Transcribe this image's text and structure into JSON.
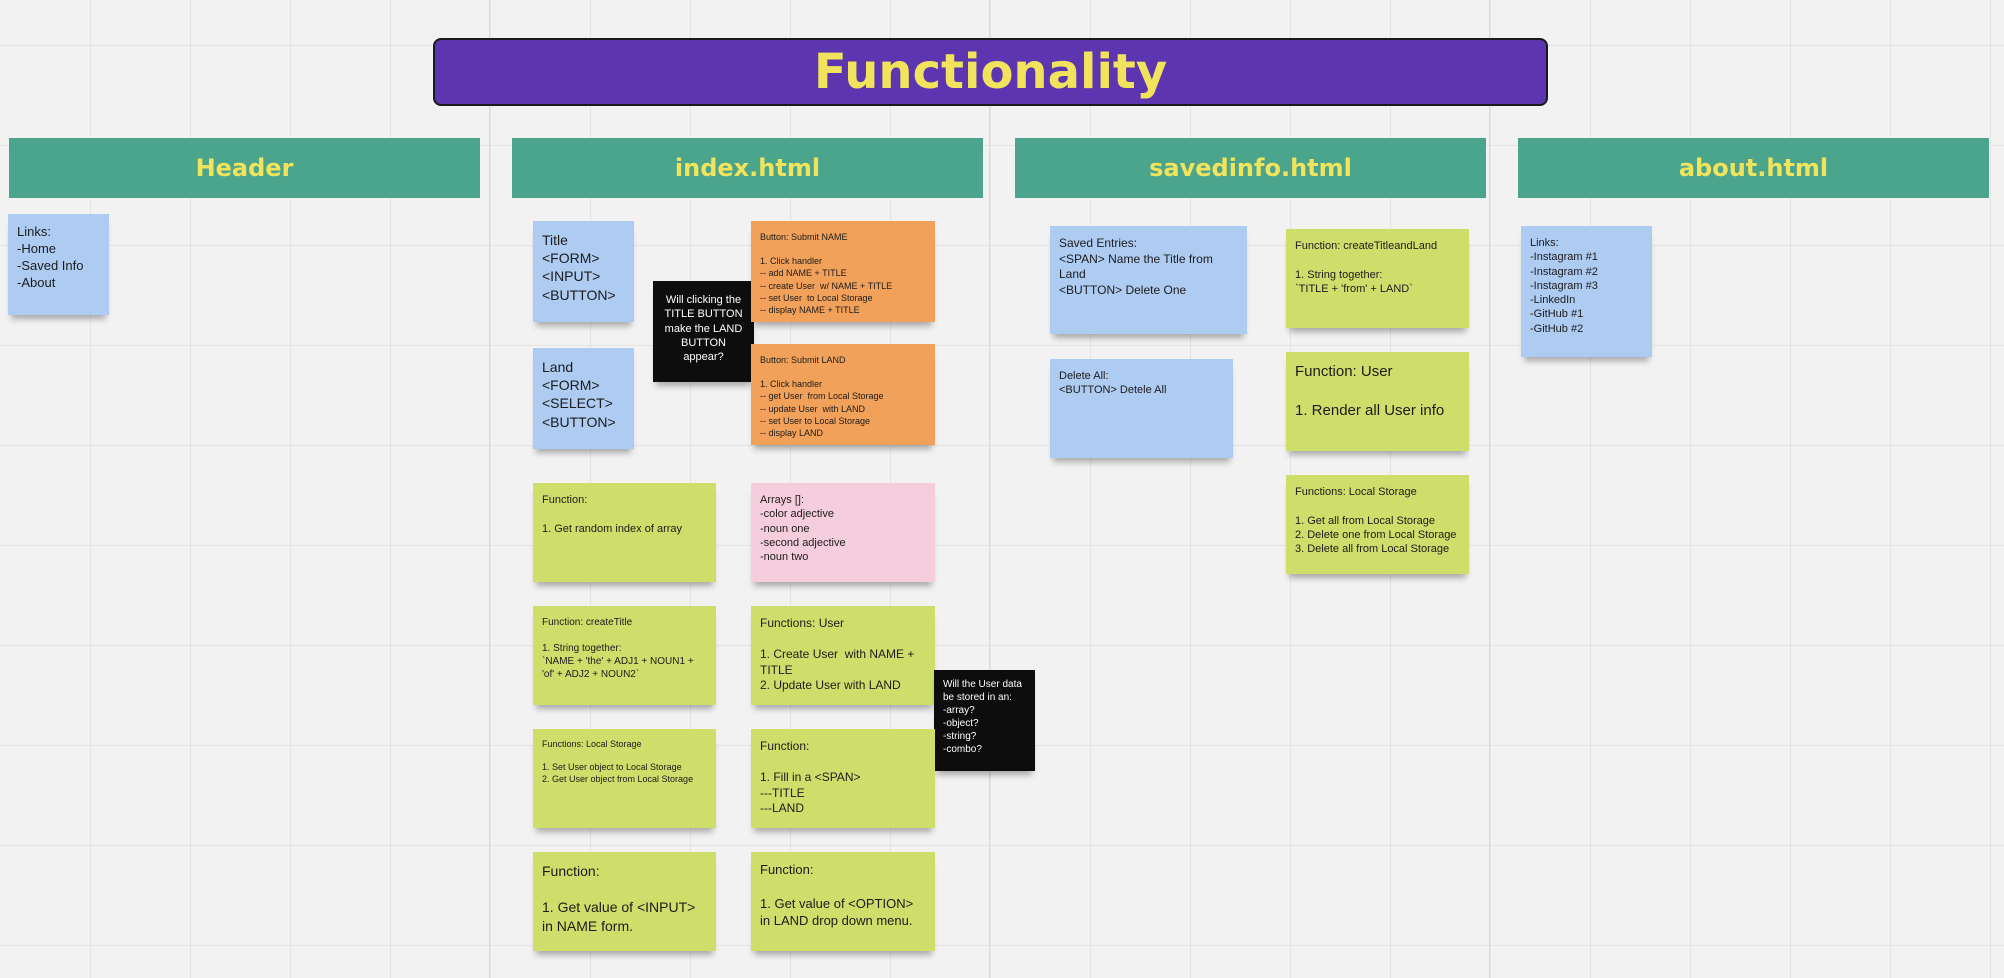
{
  "board_title": "Functionality",
  "columns": [
    {
      "title": "Header"
    },
    {
      "title": "index.html"
    },
    {
      "title": "savedinfo.html"
    },
    {
      "title": "about.html"
    }
  ],
  "notes": {
    "header_links": "Links:\n-Home\n-Saved Info\n-About",
    "index_title_form": "Title\n<FORM>\n<INPUT>\n<BUTTON>",
    "index_land_form": "Land\n<FORM>\n<SELECT>\n<BUTTON>",
    "index_question_title_button": "Will clicking the TITLE BUTTON make the LAND BUTTON appear?",
    "index_submit_name": "Button: Submit NAME\n\n1. Click handler\n-- add NAME + TITLE\n-- create User  w/ NAME + TITLE\n-- set User  to Local Storage\n-- display NAME + TITLE",
    "index_submit_land": "Button: Submit LAND\n\n1. Click handler\n-- get User  from Local Storage\n-- update User  with LAND\n-- set User to Local Storage\n-- display LAND",
    "index_function_random": "Function:\n\n1. Get random index of array",
    "index_arrays": "Arrays []:\n-color adjective\n-noun one\n-second adjective\n-noun two",
    "index_create_title": "Function: createTitle\n\n1. String together:\n`NAME + 'the' + ADJ1 + NOUN1 + 'of' + ADJ2 + NOUN2`",
    "index_functions_user": "Functions: User\n\n1. Create User  with NAME + TITLE\n2. Update User with LAND",
    "index_question_user_data": "Will the User data be stored in an:\n-array?\n-object?\n-string?\n-combo?",
    "index_local_storage": "Functions: Local Storage\n\n1. Set User object to Local Storage\n2. Get User object from Local Storage",
    "index_fill_span": "Function:\n\n1. Fill in a <SPAN>\n---TITLE\n---LAND",
    "index_get_input": "Function:\n\n1. Get value of <INPUT>\nin NAME form.",
    "index_get_option": "Function:\n\n1. Get value of <OPTION>\nin LAND drop down menu.",
    "saved_entries": "Saved Entries:\n<SPAN> Name the Title from Land\n<BUTTON> Delete One",
    "saved_delete_all": "Delete All:\n<BUTTON> Detele All",
    "saved_create_title_land": "Function: createTitleandLand\n\n1. String together:\n`TITLE + 'from' + LAND`",
    "saved_function_user": "Function: User\n\n1. Render all User info",
    "saved_local_storage": "Functions: Local Storage\n\n1. Get all from Local Storage\n2. Delete one from Local Storage\n3. Delete all from Local Storage",
    "about_links": "Links:\n-Instagram #1\n-Instagram #2\n-Instagram #3\n-LinkedIn\n-GitHub #1\n-GitHub #2"
  },
  "colors": {
    "banner": "#5e35b1",
    "banner_text": "#f1e45c",
    "column_header": "#4ba48c",
    "note_blue": "#aecbf2",
    "note_green": "#cfde6b",
    "note_orange": "#f2a15a",
    "note_pink": "#f6cddd",
    "note_black": "#0d0d0d"
  }
}
